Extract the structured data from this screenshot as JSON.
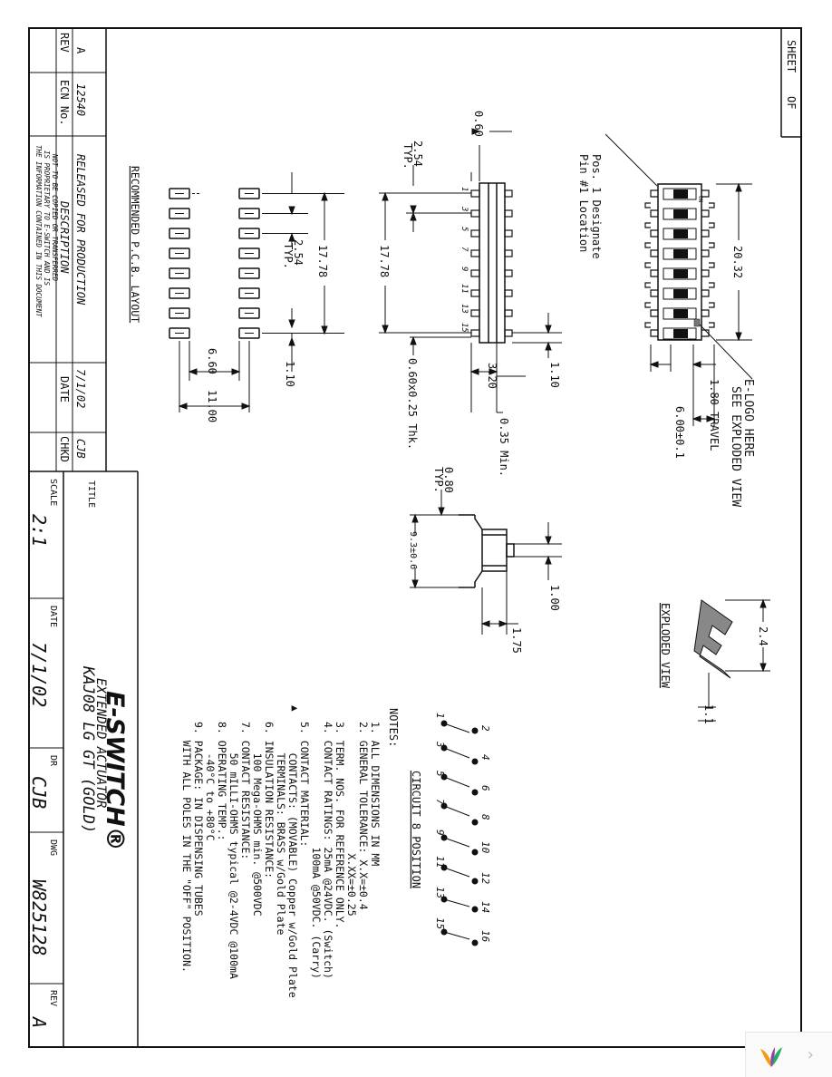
{
  "sheet": {
    "label": "SHEET",
    "of": "OF"
  },
  "revision_block": {
    "rev_header": "REV",
    "ecn_header": "ECN No.",
    "desc_header": "DESCRIPTION",
    "date_header": "DATE",
    "chkd_header": "CHKD",
    "rev": "A",
    "ecn": "12540",
    "desc": "RELEASED FOR PRODUCTION",
    "date": "7/1/02",
    "chkd": "CJB"
  },
  "proprietary": [
    "THE INFORMATION CONTAINED IN THIS DOCUMENT",
    "IS PROPRIETARY TO E-SWITCH AND IS",
    "NOT TO BE COPIED OR TRANSFERRED"
  ],
  "title_block": {
    "title_label": "TITLE",
    "title_line1": "KAJ08 LG GT (GOLD)",
    "title_line2": "EXTENDED ACTUATOR",
    "scale_label": "SCALE",
    "scale": "2:1",
    "date_label": "DATE",
    "date": "7/1/02",
    "dr_label": "DR",
    "dr": "CJB",
    "dwg_label": "DWG",
    "dwg": "W825128",
    "rev_label": "REV",
    "rev": "A",
    "logo": "E-SWITCH®"
  },
  "pcb": {
    "title": "RECOMMENDED P.C.B. LAYOUT",
    "dim_17_78": "17.78",
    "dim_2_54": "2.54",
    "dim_typ": "TYP.",
    "dim_1_10": "1.10",
    "dim_6_60": "6.60",
    "dim_11_00": "11.00"
  },
  "side_view": {
    "dim_0_60": "0.60",
    "dim_2_54": "2.54",
    "dim_typ": "TYP.",
    "dim_17_78": "17.78",
    "dim_1_10": "1.10",
    "dim_3_20": "3.20",
    "dim_thk": "0.60x0.25 Thk.",
    "dim_0_35": "0.35 Min.",
    "pin_numbers": [
      "1",
      "3",
      "5",
      "7",
      "9",
      "11",
      "13",
      "15"
    ]
  },
  "top_view": {
    "pos1_line1": "Pos. 1 Designate",
    "pos1_line2": "Pin #1 Location",
    "on_label": "ON",
    "dim_20_32": "20.32",
    "elogo_line1": "E-LOGO HERE",
    "elogo_line2": "SEE EXPLODED VIEW",
    "dim_travel": "1.80 TRAVEL",
    "dim_6_00": "6.00±0.1"
  },
  "end_view": {
    "dim_0_80": "0.80",
    "dim_typ": "TYP.",
    "dim_9_3": "9.3±0.6",
    "dim_1_00": "1.00",
    "dim_1_75": "1.75"
  },
  "exploded": {
    "label": "EXPLODED VIEW",
    "dim_2_4": "2.4",
    "dim_1_1": "1.1"
  },
  "circuit": {
    "label": "CIRCUIT 8 POSITION",
    "odd": [
      "1",
      "3",
      "5",
      "7",
      "9",
      "11",
      "13",
      "15"
    ],
    "even": [
      "2",
      "4",
      "6",
      "8",
      "10",
      "12",
      "14",
      "16"
    ]
  },
  "notes": {
    "header": "NOTES:",
    "lines": [
      "1. ALL DIMENSIONS IN MM",
      "2. GENERAL TOLERANCE: X.X=±0.4",
      "                     X.XX=±0.25",
      "3. TERM. NOS. FOR REFERENCE ONLY.",
      "4. CONTACT RATINGS: 25mA @24VDC. (Switch)",
      "                    100mA @50VDC. (Carry)",
      "5. CONTACT MATERIAL:",
      "     CONTACTS: (MOVABLE) Copper w/Gold Plate",
      "     TERMINALS: BRASS w/Gold Plate",
      "6. INSULATION RESISTANCE:",
      "     100 Mega-OHMS min. @500VDC",
      "7. CONTACT RESISTANCE:",
      "     50 mILLI-OHMS typical @2-4VDC @100mA",
      "8. OPERATING TEMP.:",
      "     -40°C to +80°C",
      "9. PACKAGE: IN DISPENSING TUBES",
      "   WITH ALL POLES IN THE \"OFF\" POSITION."
    ],
    "marker": "▲"
  }
}
